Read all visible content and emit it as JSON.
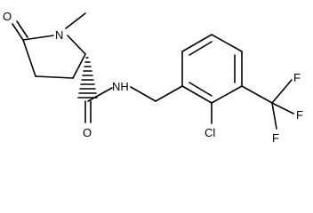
{
  "molecule": {
    "atoms": {
      "o_lactam": "O",
      "n_ring": "N",
      "nh_amide": "NH",
      "o_amide": "O",
      "cl": "Cl",
      "f_top": "F",
      "f_right": "F",
      "f_bottom": "F"
    }
  }
}
